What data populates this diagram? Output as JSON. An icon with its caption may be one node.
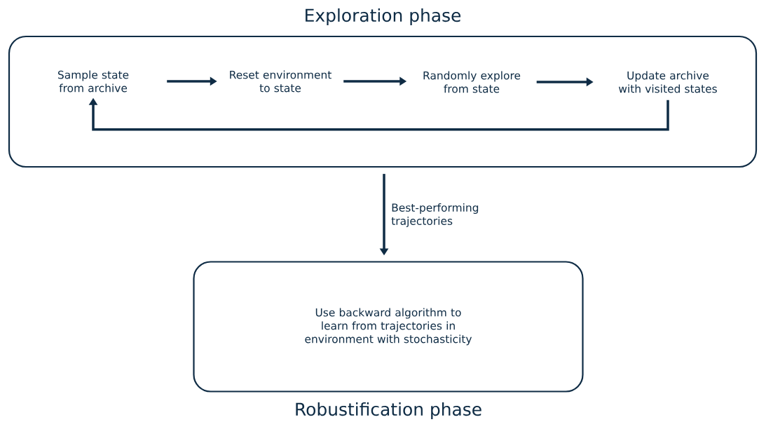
{
  "diagram": {
    "nodes": [
      {
        "text": [
          "Exploration phase"
        ]
      },
      {
        "text": [
          "Sample state from archive"
        ],
        "in": 0
      },
      {
        "text": [
          "Reset environment to state"
        ],
        "in": 0
      },
      {
        "text": [
          "Randomly explore from state"
        ],
        "in": 0
      },
      {
        "text": [
          "Update archive with visited states"
        ],
        "in": 0
      },
      {
        "text": [
          "Use backward algorithm to learn from trajectories in environment with stochasticity",
          "Robustification phase"
        ]
      }
    ],
    "edges": [
      {
        "from": 1,
        "to": 2,
        "arrow": "to"
      },
      {
        "from": 2,
        "to": 3,
        "arrow": "to"
      },
      {
        "from": 3,
        "to": 4,
        "arrow": "to"
      },
      {
        "from": 4,
        "to": 1,
        "arrow": "to"
      },
      {
        "from": 0,
        "to": 5,
        "arrow": "to",
        "label": "Best-performing trajectories"
      }
    ]
  }
}
